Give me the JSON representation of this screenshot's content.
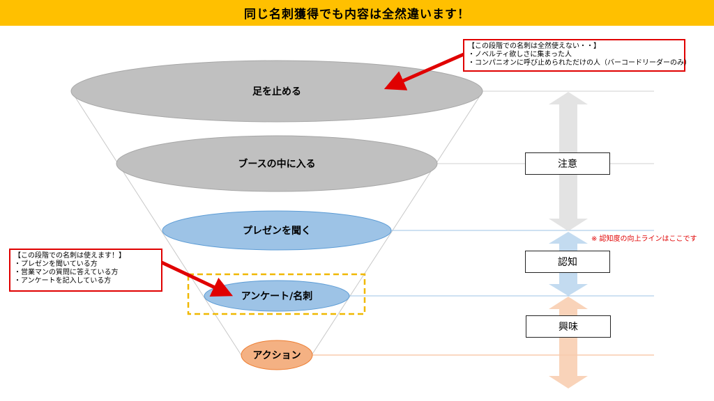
{
  "header": {
    "title": "同じ名刺獲得でも内容は全然違います！"
  },
  "funnel": {
    "stages": [
      {
        "label": "足を止める",
        "color": "#c0c0c0"
      },
      {
        "label": "ブースの中に入る",
        "color": "#c0c0c0"
      },
      {
        "label": "プレゼンを聞く",
        "color": "#9dc3e6"
      },
      {
        "label": "アンケート/名刺",
        "color": "#9dc3e6"
      },
      {
        "label": "アクション",
        "color": "#f4b183"
      }
    ]
  },
  "callout_top": {
    "title": "【この段階での名刺は全然使えない・・】",
    "lines": [
      "・ノベルティ欲しさに集まった人",
      "・コンパニオンに呼び止められただけの人（バーコードリーダーのみ）"
    ]
  },
  "callout_bottom": {
    "title": "【この段階での名刺は使えます！】",
    "lines": [
      "・プレゼンを聞いている方",
      "・営業マンの質問に答えている方",
      "・アンケートを記入している方"
    ]
  },
  "phases": [
    {
      "label": "注意",
      "color": "#d9d9d9"
    },
    {
      "label": "認知",
      "color": "#bdd7ee"
    },
    {
      "label": "興味",
      "color": "#f8cbad"
    }
  ],
  "note": "※ 認知度の向上ラインはここです",
  "colors": {
    "header": "#ffc000",
    "callout_border": "#e00000",
    "arrow": "#e00000",
    "highlight": "#f0b800"
  }
}
